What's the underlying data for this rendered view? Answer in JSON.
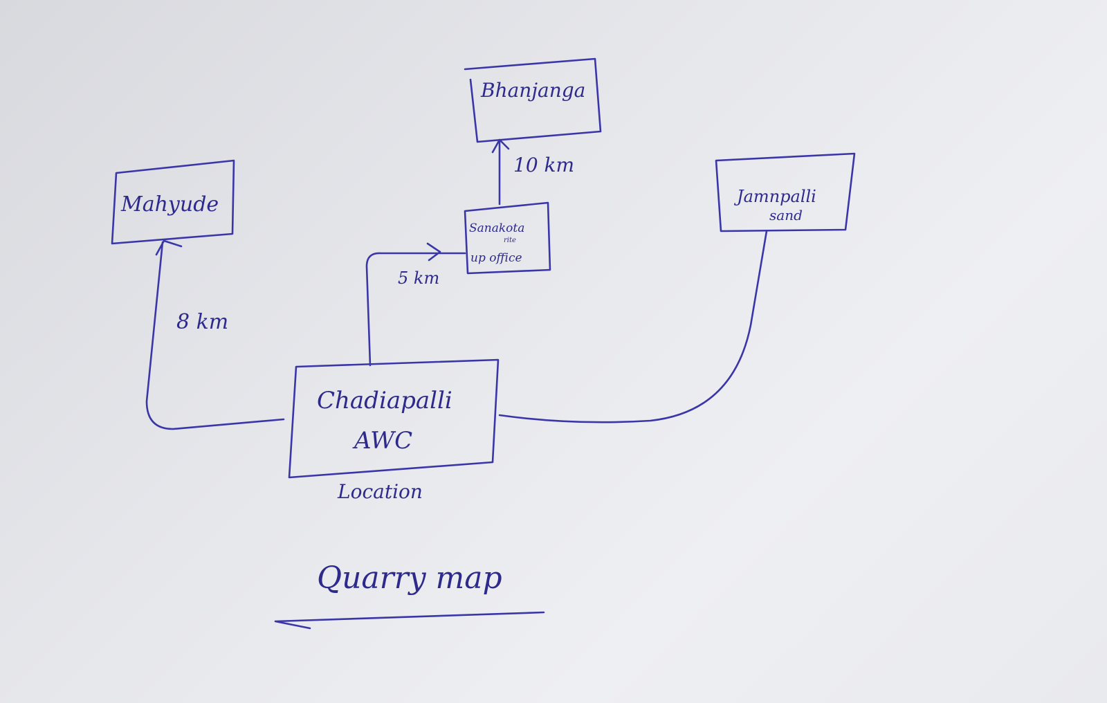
{
  "nodes": {
    "bhanjanga": "Bhanjanga",
    "mahyude": "Mahyude",
    "sanakota_line1": "Sanakota",
    "sanakota_line2": "rite",
    "sanakota_line3": "up office",
    "jamnpalli_line1": "Jamnpalli",
    "jamnpalli_line2": "sand",
    "center_line1": "Chadiapalli",
    "center_line2": "AWC"
  },
  "distances": {
    "to_bhanjanga": "10 km",
    "to_sanakota": "5 km",
    "to_mahyude": "8 km"
  },
  "center_caption": "Location",
  "title": "Quarry map",
  "ink_color": "#3a36a8"
}
